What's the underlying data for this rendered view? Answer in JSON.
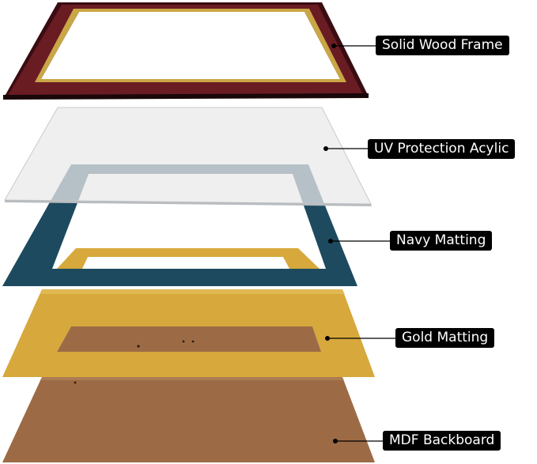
{
  "layers": [
    {
      "id": "frame",
      "label": "Solid Wood Frame",
      "color": "#5a1a1f",
      "accent": "#c9a646"
    },
    {
      "id": "acrylic",
      "label": "UV Protection Acylic",
      "color": "#ececec"
    },
    {
      "id": "navy",
      "label": "Navy Matting",
      "color": "#1d4a5e"
    },
    {
      "id": "gold",
      "label": "Gold Matting",
      "color": "#d7a83c"
    },
    {
      "id": "backing",
      "label": "MDF Backboard",
      "color": "#9c6b45"
    }
  ],
  "colors": {
    "callout_bg": "#000000",
    "callout_text": "#ffffff",
    "leader_line": "#000000"
  }
}
